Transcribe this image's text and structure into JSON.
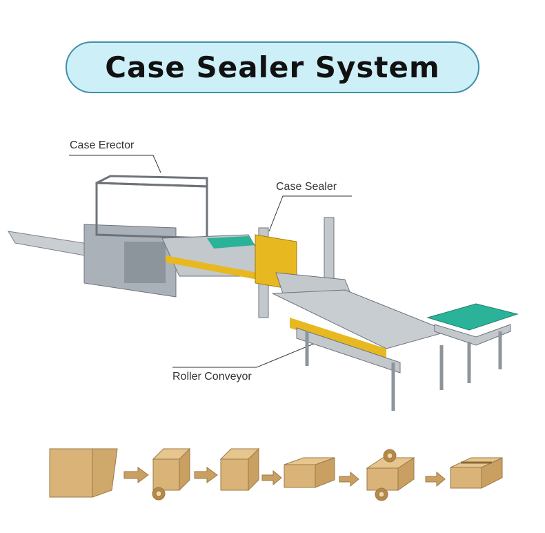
{
  "title": "Case Sealer System",
  "labels": {
    "case_erector": "Case Erector",
    "case_sealer": "Case Sealer",
    "roller_conveyor": "Roller Conveyor"
  },
  "process_steps": [
    "flat-case",
    "erected-case-bottom-taped",
    "open-case",
    "flaps-folded-case",
    "top-and-bottom-taping",
    "sealed-case"
  ],
  "colors": {
    "pill_fill": "#cdeff8",
    "pill_border": "#3d8fa6",
    "cardboard": "#d9b378",
    "machine_yellow": "#e8b820",
    "machine_gray": "#b8bec4",
    "belt_green": "#2bb39a",
    "arrow": "#c9a062"
  }
}
